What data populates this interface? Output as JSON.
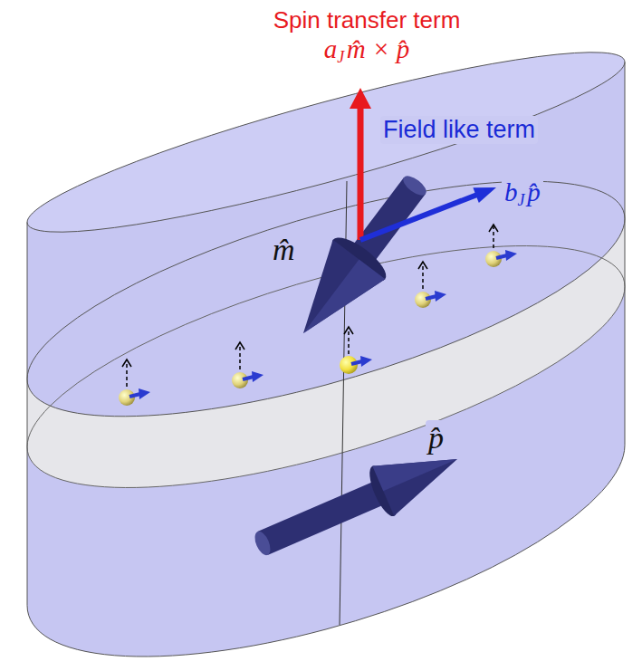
{
  "diagram": {
    "labels": [
      "Spin transfer term",
      "a",
      "J",
      "m̂ × p̂",
      "Field like term",
      "b",
      "J",
      "p̂",
      "m̂",
      "p̂"
    ]
  }
}
